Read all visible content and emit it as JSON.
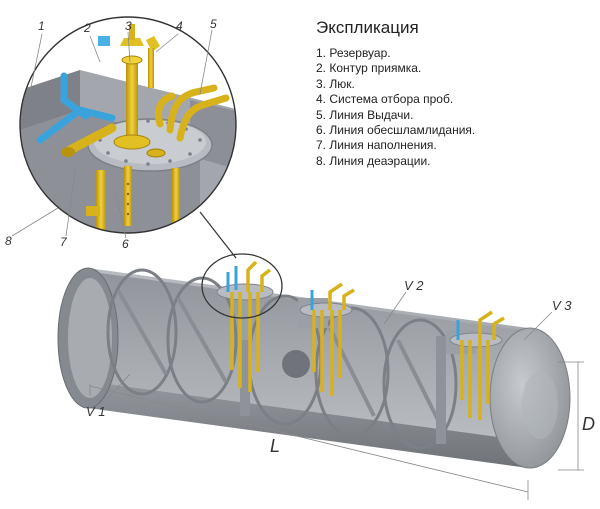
{
  "legend": {
    "title": "Экспликация",
    "items": [
      "1. Резервуар.",
      "2. Контур приямка.",
      "3. Люк.",
      "4. Система отбора проб.",
      "5. Линия Выдачи.",
      "6. Линия обесшламлидания.",
      "7. Линия наполнения.",
      "8. Линия деаэрации."
    ]
  },
  "callouts": {
    "n1": "1",
    "n2": "2",
    "n3": "3",
    "n4": "4",
    "n5": "5",
    "n6": "6",
    "n7": "7",
    "n8": "8"
  },
  "dimensions": {
    "v1": "V 1",
    "v2": "V 2",
    "v3": "V 3",
    "length": "L",
    "diameter": "D"
  },
  "colors": {
    "tank_body": "#9a9ea4",
    "tank_dark": "#6d7176",
    "pipe_yellow": "#e8c21e",
    "pipe_blue": "#3aa3dc",
    "flange": "#b8bcc2"
  }
}
